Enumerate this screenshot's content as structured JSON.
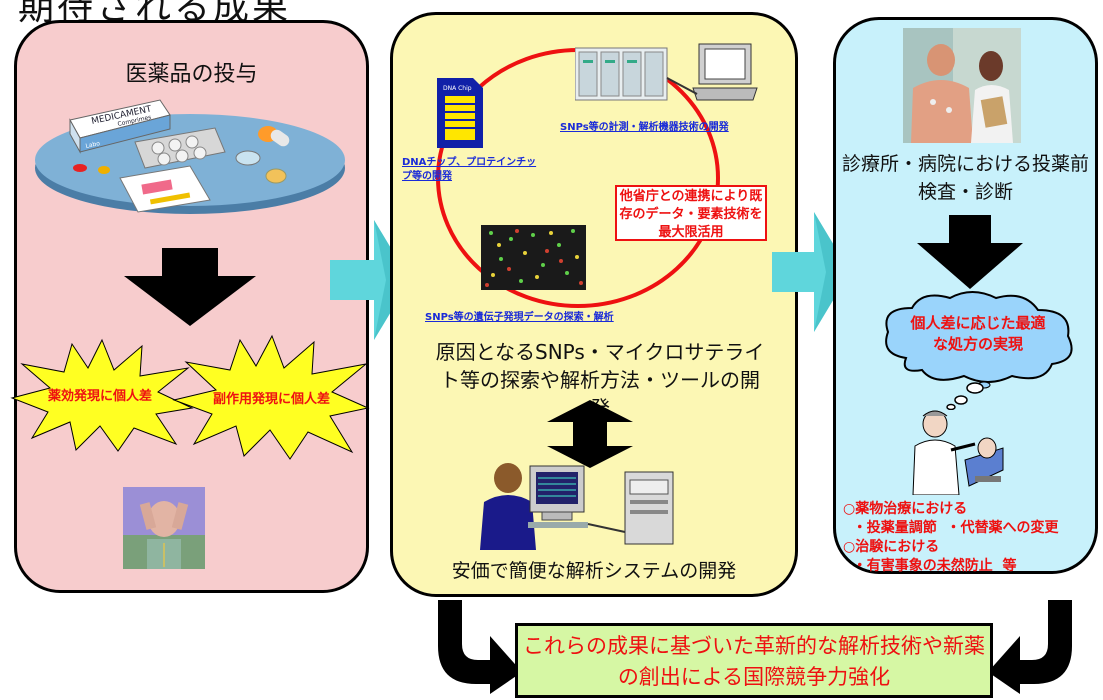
{
  "page_title": "期待される成果",
  "left": {
    "heading": "医薬品の投与",
    "pill_box_text": "MEDICAMENT",
    "pill_box_sub": "Comprimes",
    "pill_box_brand": "Labo",
    "burst1": "薬効発現に個人差",
    "burst2": "副作用発現に個人差"
  },
  "middle": {
    "chip_label": "DNA Chip",
    "link_dna": "DNAチップ、プロテインチップ等の開発",
    "link_snps_measure": "SNPs等の計測・解析機器技術の開発",
    "link_snps_search": "SNPs等の遺伝子発現データの探索・解析",
    "collab_box": "他省庁との連携により既存のデータ・要素技術を最大限活用",
    "text_main": "原因となるSNPs・マイクロサテライト等の探索や解析方法・ツールの開発",
    "text_bottom": "安価で簡便な解析システムの開発"
  },
  "right": {
    "text_top": "診療所・病院における投薬前検査・診断",
    "cloud": "個人差に応じた最適な処方の実現",
    "list": "○薬物治療における\n  ・投薬量調節  ・代替薬への変更\n○治験における\n  ・有害事象の未然防止  等"
  },
  "bottom_box": "これらの成果に基づいた革新的な解析技術や新薬の創出による国際競争力強化",
  "colors": {
    "left_panel": "#f7cccd",
    "middle_panel": "#fcf7b4",
    "right_panel": "#c8f1fb",
    "burst": "#ffff22",
    "red_text": "#ee1111",
    "link_blue": "#1a2bd8",
    "bottom_box": "#d6f7a4",
    "cyan_arrow": "#5fd6dc"
  }
}
